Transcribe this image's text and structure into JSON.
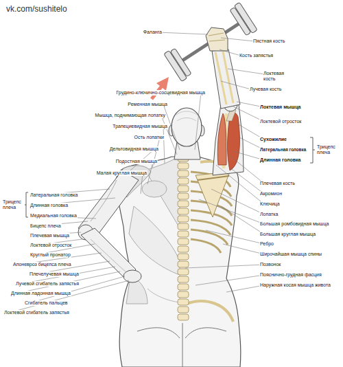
{
  "diagram": {
    "labels": [
      "vk.com/sushitelo",
      "Фаланга",
      "Пястная кость",
      "Кость запястья",
      "Локтевая кость",
      "Лучевая кость",
      "Грудино-ключично-сосцевидная мышца",
      "Ременная мышца",
      "Локтевая мышца",
      "Мышца, поднимающая лопатку",
      "Локтевой отросток",
      "Трапециевидная мышца",
      "Ость лопатки",
      "Сухожилие",
      "Трицепс плеча",
      "Латеральная головка",
      "Дельтовидная мышца",
      "Длинная головка",
      "Подостная мышца",
      "Малая круглая мышца",
      "Плечевая кость",
      "Акромион",
      "Латеральная головка",
      "Трицепс плеча",
      "Ключица",
      "Длинная головка",
      "Лопатка",
      "Медиальная головка",
      "Большая ромбовидная мышца",
      "Бицепс плеча",
      "Большая круглая мышца",
      "Плечевая мышца",
      "Ребро",
      "Локтевой отросток",
      "Широчайшая мышца спины",
      "Круглый пронатор",
      "Апоневроз бицепса плеча",
      "Позвонок",
      "Плечелучевая мышца",
      "Пояснично-грудная фасция",
      "Лучевой сгибатель запястья",
      "Наружная косая мышца живота",
      "Длинная ладонная мышца",
      "Сгибатель пальцев",
      "Локтевой сгибатель запястья"
    ]
  }
}
